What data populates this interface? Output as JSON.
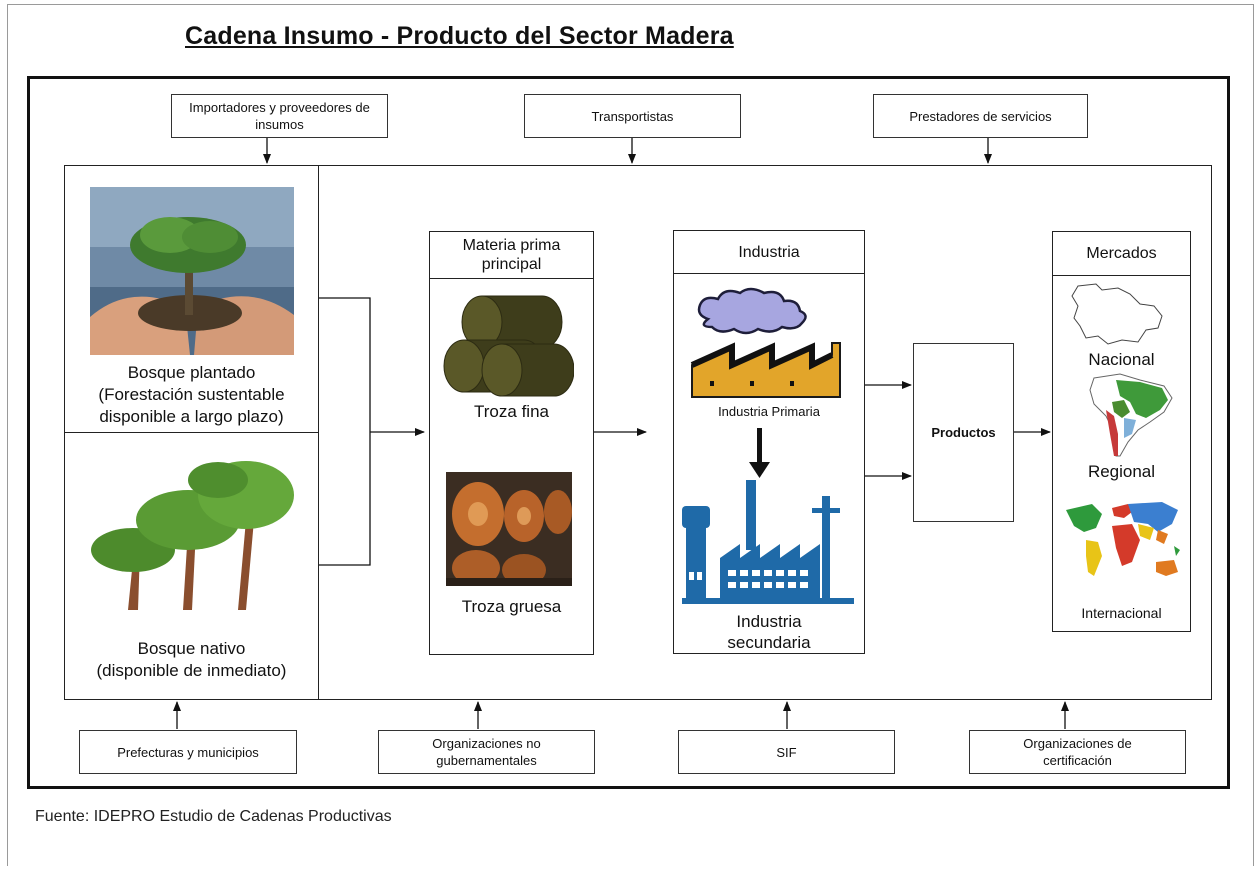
{
  "title": "Cadena Insumo - Producto del Sector Madera",
  "top_boxes": {
    "importadores": "Importadores y proveedores de insumos",
    "transportistas": "Transportistas",
    "prestadores": "Prestadores de servicios"
  },
  "bottom_boxes": {
    "prefecturas": "Prefecturas y municipios",
    "ong": "Organizaciones no gubernamentales",
    "sif": "SIF",
    "certificacion": "Organizaciones de certificación"
  },
  "bosques": {
    "plantado_line1": "Bosque plantado",
    "plantado_line2": "(Forestación sustentable",
    "plantado_line3": "disponible a largo plazo)",
    "nativo_line1": "Bosque nativo",
    "nativo_line2": "(disponible de inmediato)"
  },
  "materia": {
    "header_line1": "Materia prima",
    "header_line2": "principal",
    "troza_fina": "Troza fina",
    "troza_gruesa": "Troza gruesa"
  },
  "industria": {
    "header": "Industria",
    "primaria": "Industria Primaria",
    "secundaria_line1": "Industria",
    "secundaria_line2": "secundaria"
  },
  "productos": "Productos",
  "mercados": {
    "header": "Mercados",
    "nacional": "Nacional",
    "regional": "Regional",
    "internacional": "Internacional"
  },
  "source": "Fuente: IDEPRO Estudio de Cadenas Productivas"
}
